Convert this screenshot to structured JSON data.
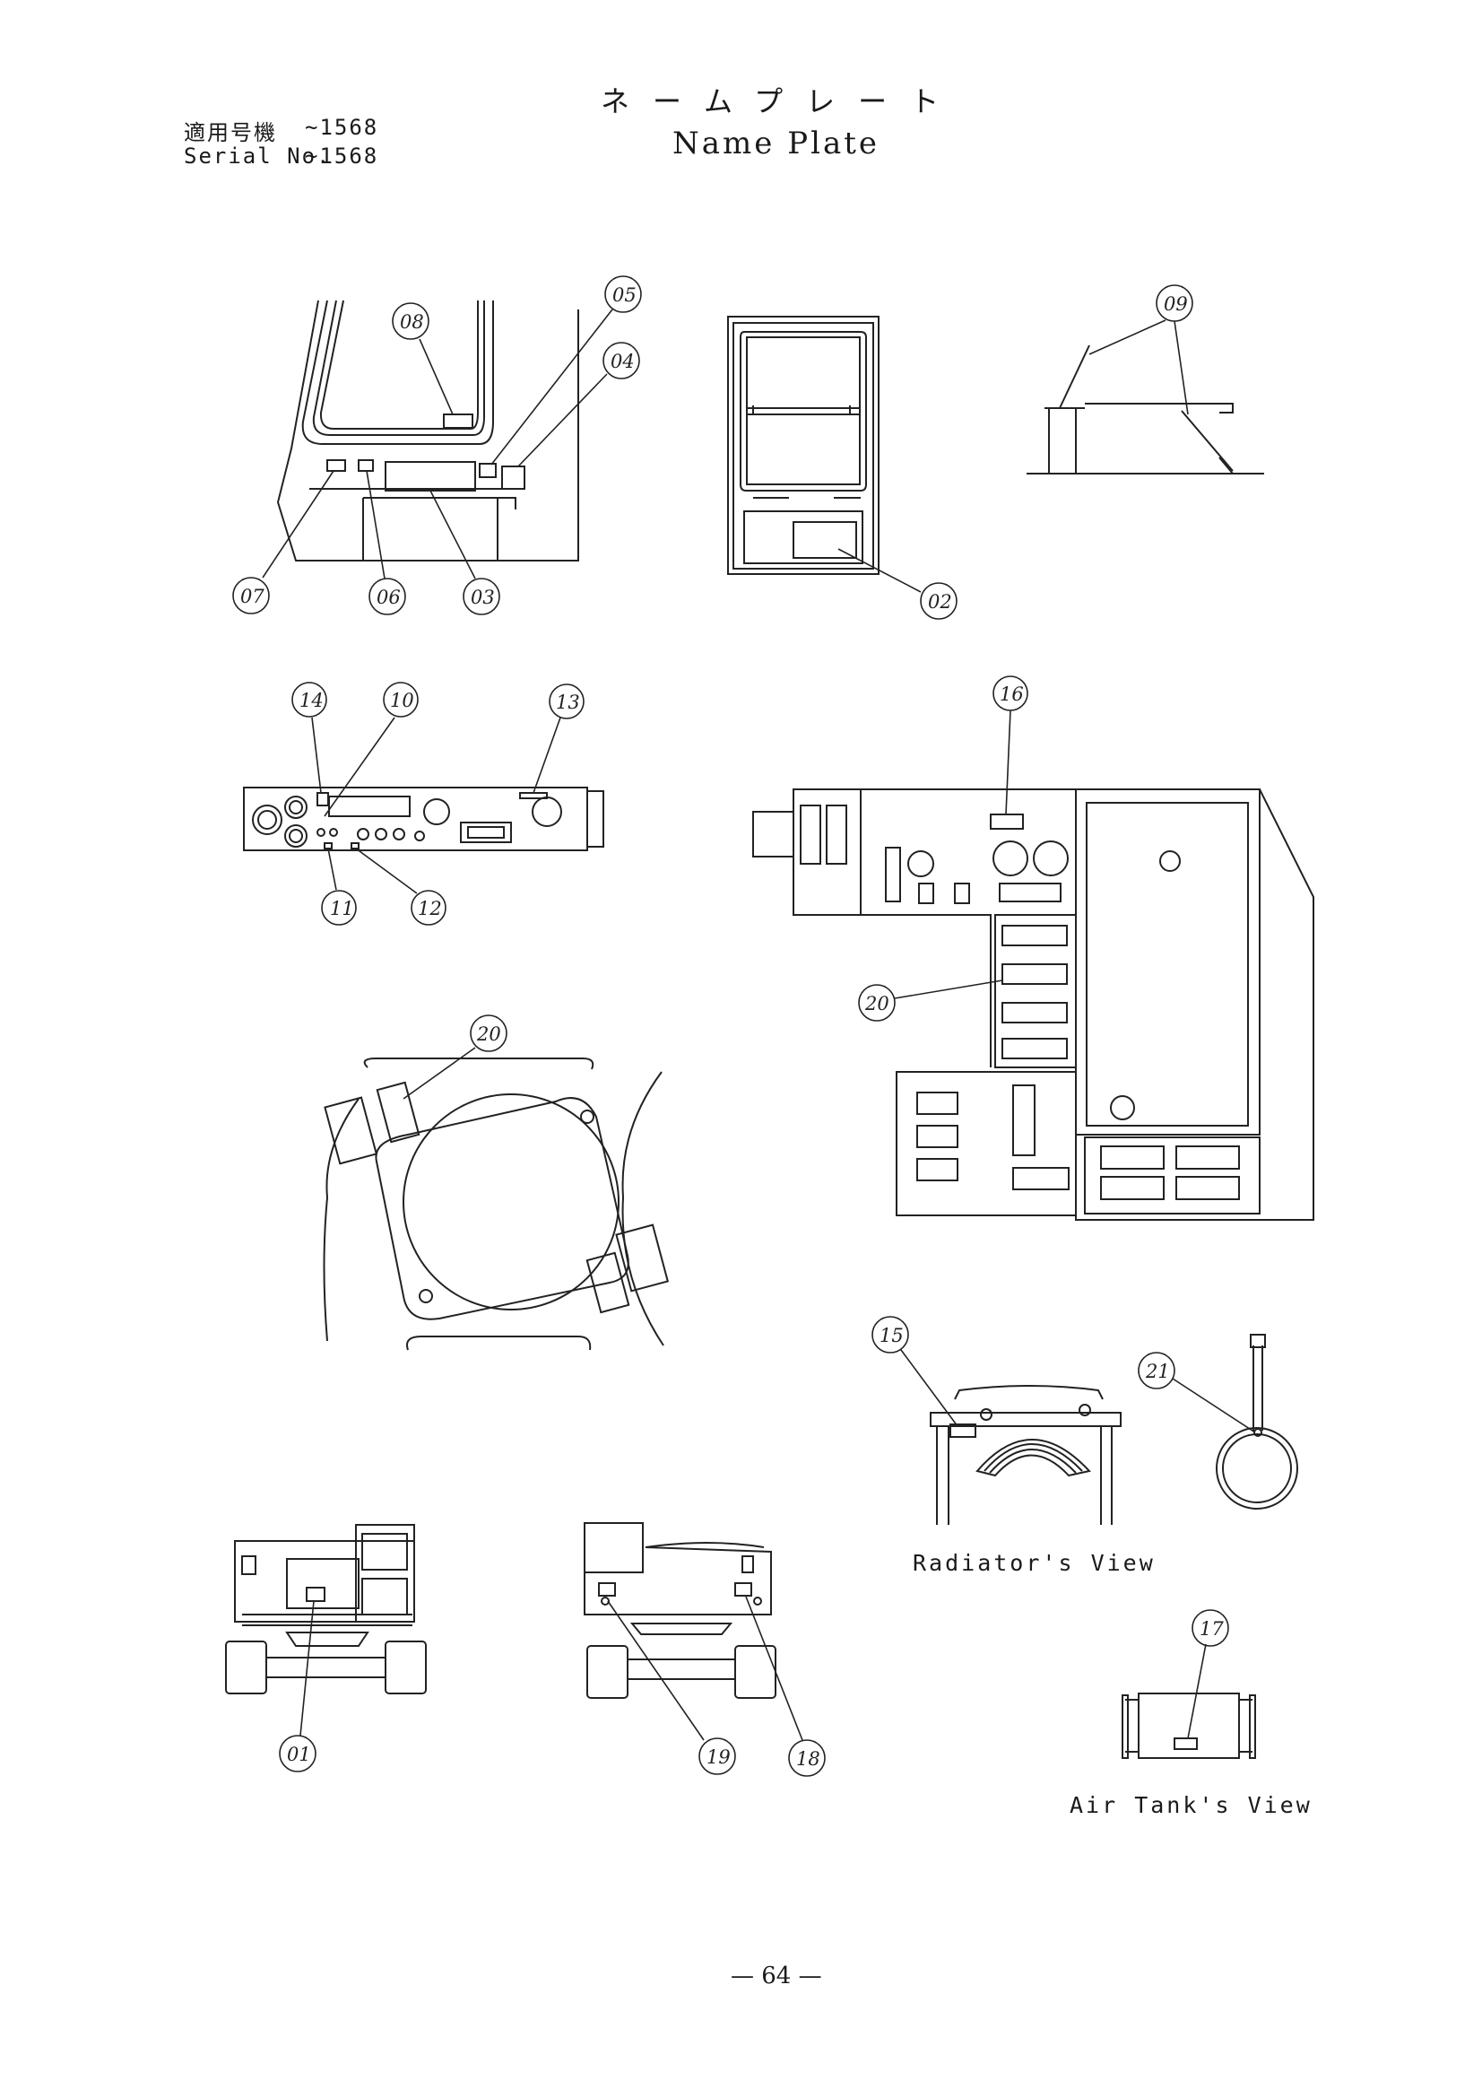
{
  "header": {
    "serial_jp": "適用号機",
    "serial_jp_value": "~1568",
    "serial_en": "Serial No.",
    "serial_en_value": "~1568"
  },
  "title": {
    "japanese": "ネームプレート",
    "english": "Name Plate"
  },
  "callouts": [
    "01",
    "02",
    "03",
    "04",
    "05",
    "06",
    "07",
    "08",
    "09",
    "10",
    "11",
    "12",
    "13",
    "14",
    "15",
    "16",
    "17",
    "18",
    "19",
    "20",
    "20",
    "21"
  ],
  "captions": {
    "radiator_view": "Radiator's View",
    "air_tank_view": "Air Tank's View"
  },
  "page_number": "— 64 —"
}
